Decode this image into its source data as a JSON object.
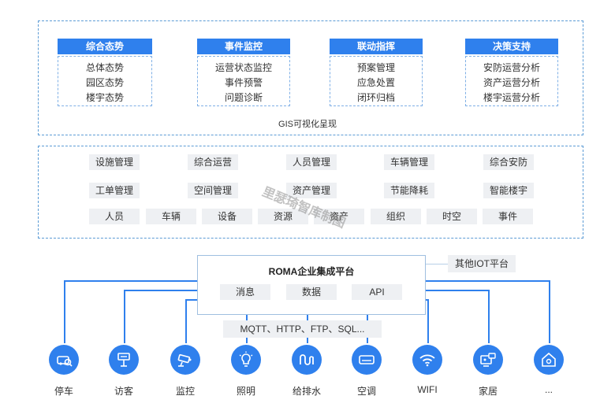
{
  "top": {
    "columns": [
      {
        "title": "综合态势",
        "items": [
          "总体态势",
          "园区态势",
          "楼宇态势"
        ]
      },
      {
        "title": "事件监控",
        "items": [
          "运营状态监控",
          "事件预警",
          "问题诊断"
        ]
      },
      {
        "title": "联动指挥",
        "items": [
          "预案管理",
          "应急处置",
          "闭环归档"
        ]
      },
      {
        "title": "决策支持",
        "items": [
          "安防运营分析",
          "资产运营分析",
          "楼宇运营分析"
        ]
      }
    ],
    "caption": "GIS可视化呈现"
  },
  "middle": {
    "row1": [
      "设施管理",
      "综合运营",
      "人员管理",
      "车辆管理",
      "综合安防"
    ],
    "row2": [
      "工单管理",
      "空间管理",
      "资产管理",
      "节能降耗",
      "智能楼宇"
    ],
    "row3": [
      "人员",
      "车辆",
      "设备",
      "资源",
      "资产",
      "组织",
      "时空",
      "事件"
    ]
  },
  "roma": {
    "title": "ROMA企业集成平台",
    "chips": [
      "消息",
      "数据",
      "API"
    ],
    "other_iot": "其他IOT平台",
    "protocols": "MQTT、HTTP、FTP、SQL..."
  },
  "devices": [
    {
      "label": "停车",
      "icon": "car-icon"
    },
    {
      "label": "访客",
      "icon": "visitor-icon"
    },
    {
      "label": "监控",
      "icon": "camera-icon"
    },
    {
      "label": "照明",
      "icon": "bulb-icon"
    },
    {
      "label": "给排水",
      "icon": "water-icon"
    },
    {
      "label": "空调",
      "icon": "aircon-icon"
    },
    {
      "label": "WIFI",
      "icon": "wifi-icon"
    },
    {
      "label": "家居",
      "icon": "home-device-icon"
    },
    {
      "label": "...",
      "icon": "more-home-icon"
    }
  ],
  "watermark": "里瑟琦智库制图",
  "colors": {
    "accent": "#2f80ed",
    "dash": "#5b9bd5",
    "chip": "#eef0f3"
  }
}
